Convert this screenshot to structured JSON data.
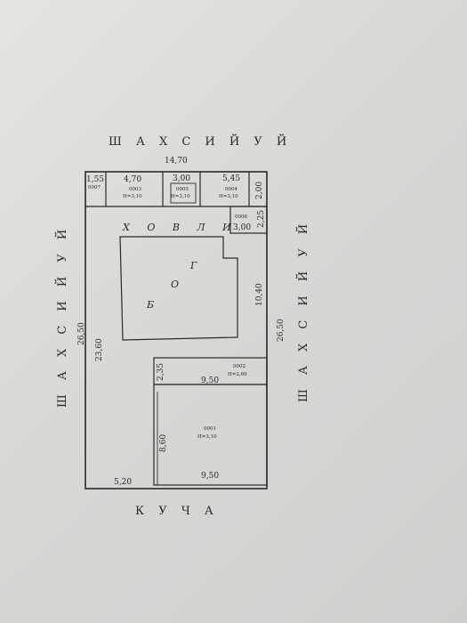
{
  "streets": {
    "top": "Ш А Х С И Й   У Й",
    "left": "Ш А Х С И Й   У Й",
    "right": "Ш А Х С И Й   У Й",
    "bottom": "К У Ч А"
  },
  "dimensions": {
    "top_width": "14,70",
    "left_length": "26,50",
    "right_length": "26,50",
    "inner_left": "23,60",
    "garden_right": "10,40",
    "bottom_left": "5,20",
    "bottom_right": "9,50",
    "house_width": "9,50",
    "house_height": "8,60",
    "annex_height": "2,35",
    "room_a": "1,55",
    "room_b": "4,70",
    "room_c": "3,00",
    "room_d": "5,45",
    "room_d_height": "2,00",
    "small_width": "3,00",
    "small_height": "2,25"
  },
  "rooms": {
    "r0007": "0007",
    "r0003_code": "0003",
    "r0003_h": "H=3,10",
    "r0005_code": "0005",
    "r0005_h": "H=3,10",
    "r0004_code": "0004",
    "r0004_h": "H=3,10",
    "r0006": "0006",
    "r0002_code": "0002",
    "r0002_h": "H=2,60",
    "r0001_code": "0001",
    "r0001_h": "H=3,10"
  },
  "labels": {
    "yard": "Х О В Л И",
    "garden_1": "Б",
    "garden_2": "О",
    "garden_3": "Г"
  },
  "colors": {
    "paper": "#dcdcd9",
    "ink": "#2a2a2a"
  }
}
